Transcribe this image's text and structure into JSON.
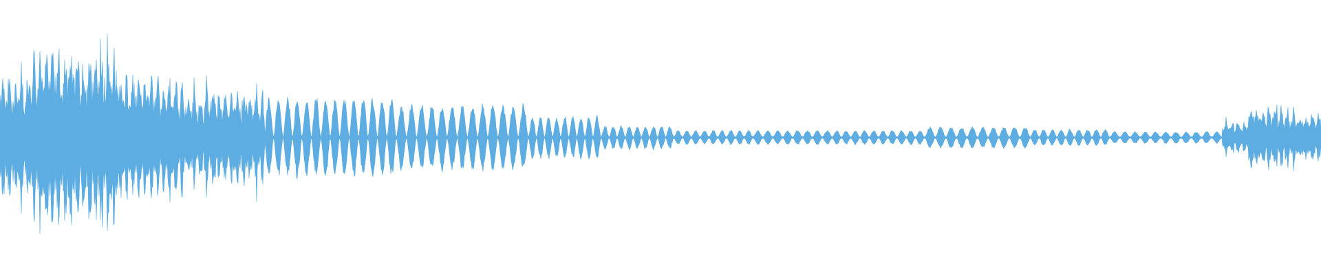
{
  "waveform": {
    "color": "#5dade2",
    "background": "#ffffff",
    "segments": [
      {
        "from": 0.0,
        "to": 0.022,
        "amp": 0.55,
        "style": "noise"
      },
      {
        "from": 0.022,
        "to": 0.09,
        "amp": 0.8,
        "style": "noise"
      },
      {
        "from": 0.09,
        "to": 0.14,
        "amp": 0.55,
        "style": "noise"
      },
      {
        "from": 0.14,
        "to": 0.2,
        "amp": 0.42,
        "style": "noise"
      },
      {
        "from": 0.2,
        "to": 0.3,
        "amp": 0.34,
        "style": "beats",
        "lobes": 14
      },
      {
        "from": 0.3,
        "to": 0.4,
        "amp": 0.28,
        "style": "beats",
        "lobes": 13
      },
      {
        "from": 0.4,
        "to": 0.455,
        "amp": 0.18,
        "style": "beats",
        "lobes": 9
      },
      {
        "from": 0.455,
        "to": 0.51,
        "amp": 0.1,
        "style": "beats",
        "lobes": 9
      },
      {
        "from": 0.51,
        "to": 0.57,
        "amp": 0.06,
        "style": "beats",
        "lobes": 9
      },
      {
        "from": 0.57,
        "to": 0.63,
        "amp": 0.06,
        "style": "beats",
        "lobes": 8
      },
      {
        "from": 0.63,
        "to": 0.7,
        "amp": 0.06,
        "style": "beats",
        "lobes": 10
      },
      {
        "from": 0.7,
        "to": 0.78,
        "amp": 0.09,
        "style": "beats",
        "lobes": 10
      },
      {
        "from": 0.78,
        "to": 0.84,
        "amp": 0.07,
        "style": "beats",
        "lobes": 9
      },
      {
        "from": 0.84,
        "to": 0.925,
        "amp": 0.05,
        "style": "beats",
        "lobes": 11
      },
      {
        "from": 0.925,
        "to": 0.945,
        "amp": 0.14,
        "style": "noise"
      },
      {
        "from": 0.945,
        "to": 0.975,
        "amp": 0.28,
        "style": "noise"
      },
      {
        "from": 0.975,
        "to": 1.0,
        "amp": 0.22,
        "style": "noise"
      }
    ]
  }
}
